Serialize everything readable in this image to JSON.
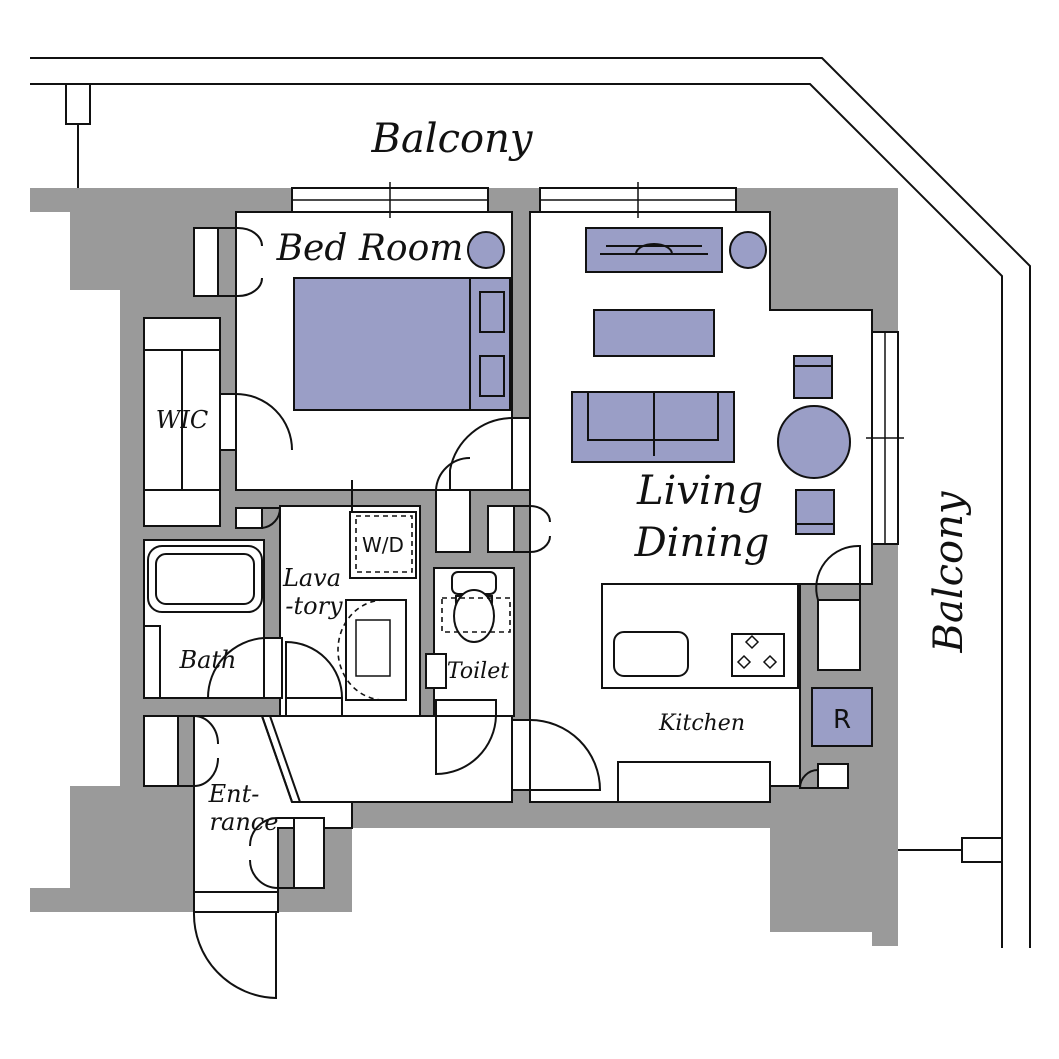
{
  "labels": {
    "balcony_top": "Balcony",
    "balcony_right": "Balcony",
    "bed_room": "Bed Room",
    "wic": "WIC",
    "living": "Living",
    "dining": "Dining",
    "wd": "W/D",
    "lava": "Lava",
    "tory": "-tory",
    "bath": "Bath",
    "toilet": "Toilet",
    "kitchen": "Kitchen",
    "fridge": "R",
    "ent": "Ent-",
    "rance": "rance"
  }
}
